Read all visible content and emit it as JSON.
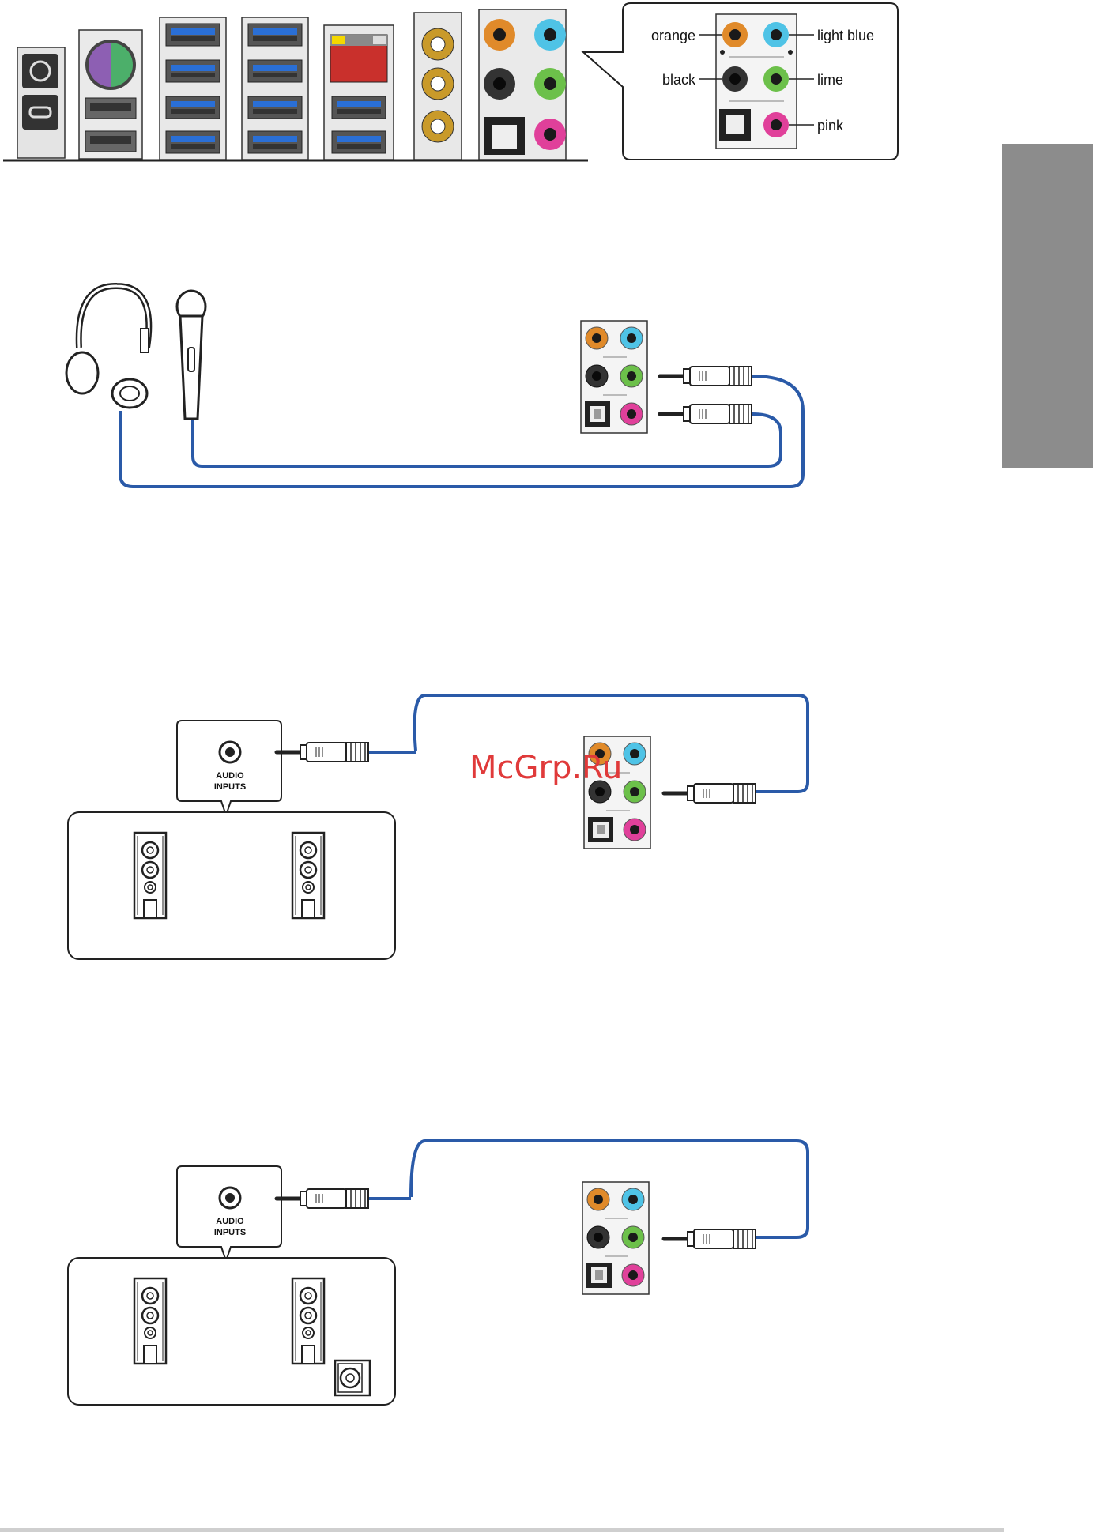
{
  "jack_legend": {
    "orange": "orange",
    "light_blue": "light blue",
    "black": "black",
    "lime": "lime",
    "pink": "pink"
  },
  "speaker_box_1": {
    "audio_inputs_line1": "AUDIO",
    "audio_inputs_line2": "INPUTS"
  },
  "speaker_box_2": {
    "audio_inputs_line1": "AUDIO",
    "audio_inputs_line2": "INPUTS"
  },
  "watermark": "McGrp.Ru",
  "colors": {
    "orange": "#e08a2a",
    "light_blue": "#4fc3e6",
    "black": "#2a2a2a",
    "lime": "#6cc04a",
    "pink": "#e0409a",
    "cable": "#2a5aa8",
    "side_tab": "#8c8c8c"
  }
}
